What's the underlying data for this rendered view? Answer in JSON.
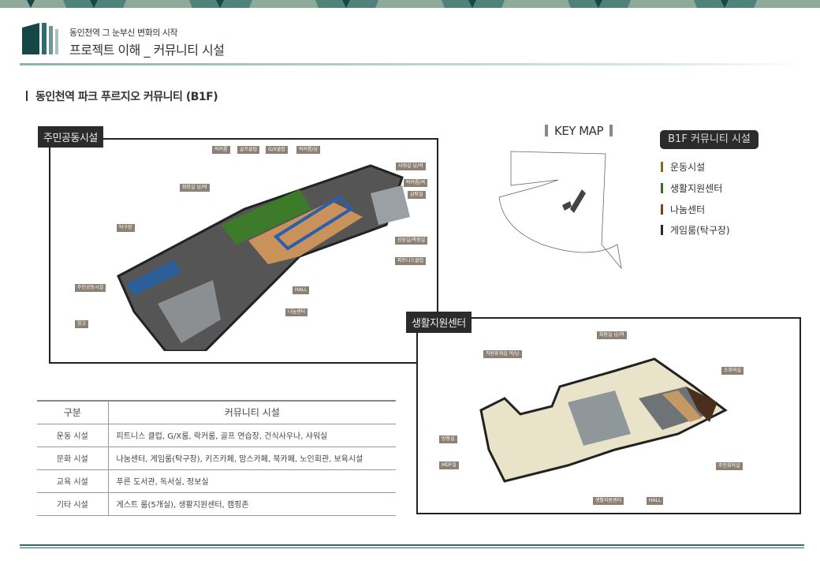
{
  "header": {
    "subtitle": "동인천역 그 눈부신 변화의 시작",
    "title": "프로젝트 이해 _ 커뮤니티 시설"
  },
  "section_title": "동인천역 파크 푸르지오 커뮤니티 (B1F)",
  "plan1": {
    "tag": "주민공동시설",
    "labels": [
      "락커룸",
      "골프클럽",
      "G/X클럽",
      "락커룸/남",
      "샤워실 남/여",
      "락커룸/여",
      "급탕실",
      "화장실 남/여",
      "탁구장",
      "상담실/측정실",
      "피트니스클럽",
      "HALL",
      "주민공동시설",
      "나눔센터",
      "창고"
    ]
  },
  "plan2": {
    "tag": "생활지원센터",
    "labels": [
      "화장실 남/여",
      "직원휴게실 여/남",
      "소회의실",
      "방풍실",
      "MDF실",
      "주민회의실",
      "생활지원센터",
      "HALL"
    ]
  },
  "keymap": {
    "title": "KEY MAP"
  },
  "legend": {
    "title": "B1F 커뮤니티 시설",
    "items": [
      {
        "label": "운동시설",
        "color": "#8a6a10"
      },
      {
        "label": "생활지원센터",
        "color": "#3d6b2c"
      },
      {
        "label": "나눔센터",
        "color": "#8c3a14"
      },
      {
        "label": "게임룸(탁구장)",
        "color": "#1e2a3a"
      }
    ]
  },
  "table": {
    "headers": [
      "구분",
      "커뮤니티 시설"
    ],
    "rows": [
      [
        "운동 시설",
        "피트니스 클럽, G/X룸, 락커룸, 골프 연습장, 건식사우나, 샤워실"
      ],
      [
        "문화 시설",
        "나눔센터, 게임룸(탁구장), 키즈카페, 맘스카페, 북카페, 노인회관, 보육시설"
      ],
      [
        "교육 시설",
        "푸른 도서관, 독서실, 정보실"
      ],
      [
        "기타 시설",
        "게스트 룸(5개실), 생활지원센터, 캠핑존"
      ]
    ]
  },
  "colors": {
    "brand": "#1e5550",
    "banner_light": "#8fa99a",
    "banner_mid": "#4e827b"
  }
}
